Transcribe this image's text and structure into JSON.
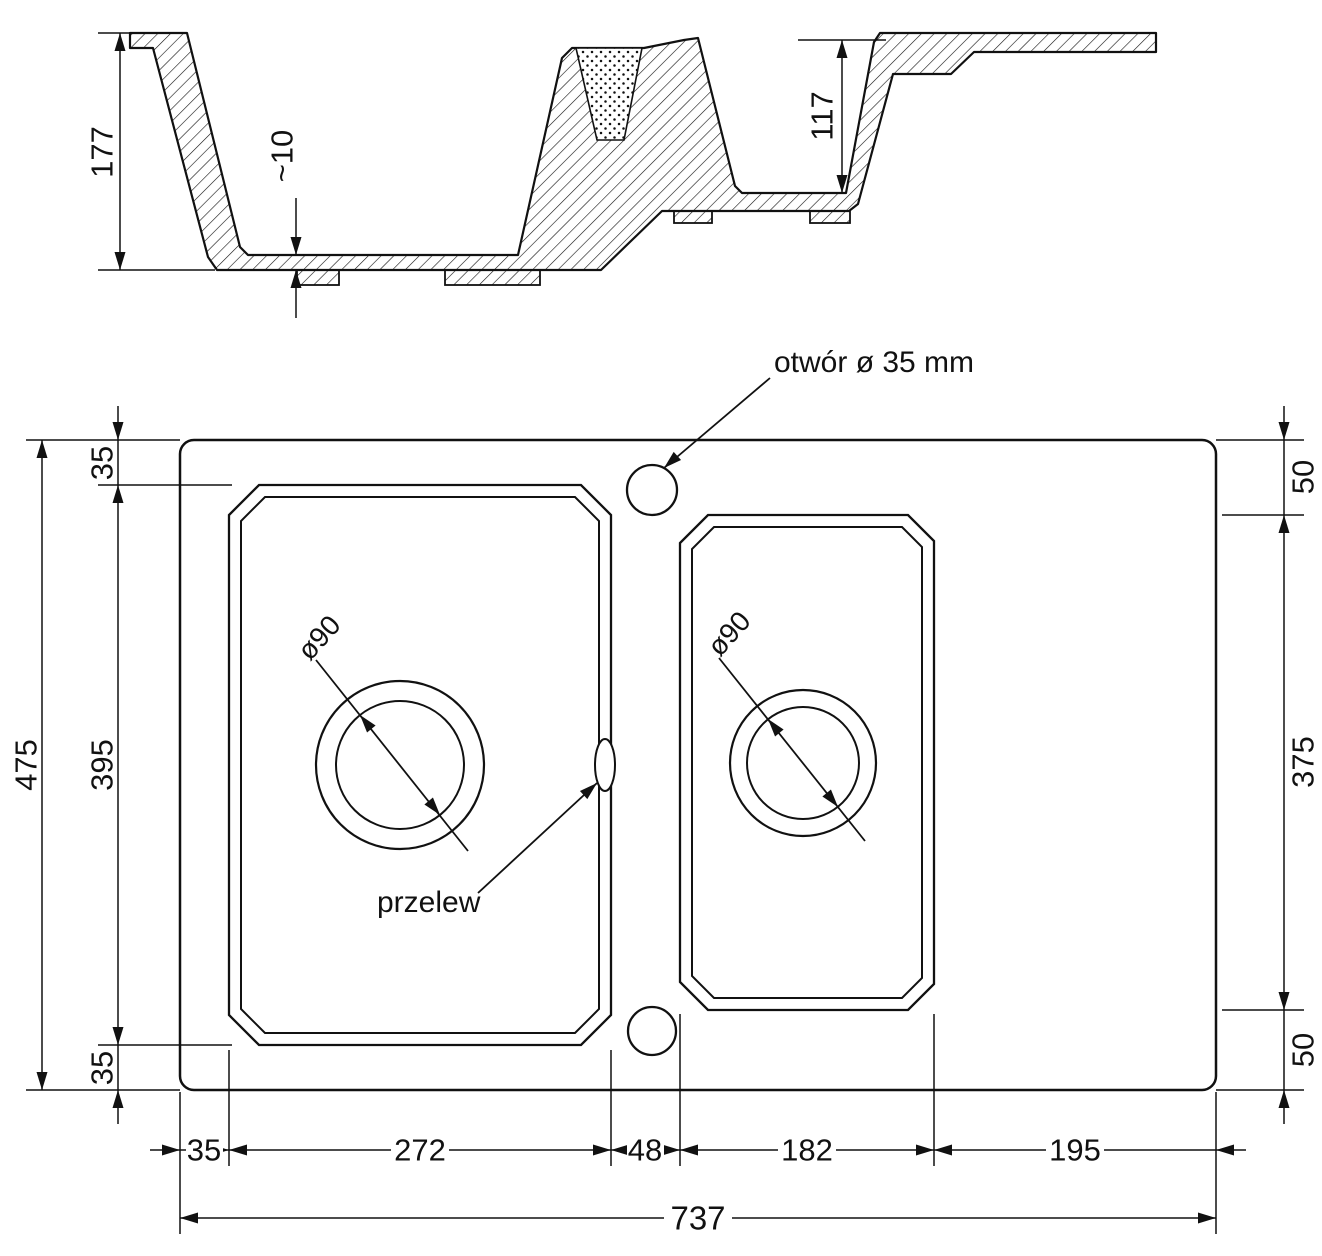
{
  "colors": {
    "ink": "#111111",
    "paper": "#ffffff"
  },
  "section_view": {
    "dim_depth_main": "177",
    "dim_bottom_thickness": "~10",
    "dim_depth_second": "117"
  },
  "plan_view": {
    "callout_hole": "otwór ø 35 mm",
    "callout_overflow": "przelew",
    "callout_drain_main": "ø90",
    "callout_drain_second": "ø90",
    "dim_overall_height": "475",
    "dim_margin_top_left": "35",
    "dim_bowl_main_height": "395",
    "dim_margin_bottom_left": "35",
    "dim_margin_top_right": "50",
    "dim_bowl_second_height": "375",
    "dim_margin_bottom_right": "50",
    "dim_seg_margin_left": "35",
    "dim_seg_bowl_main": "272",
    "dim_seg_gap": "48",
    "dim_seg_bowl_second": "182",
    "dim_seg_drainer": "195",
    "dim_overall_width": "737"
  }
}
